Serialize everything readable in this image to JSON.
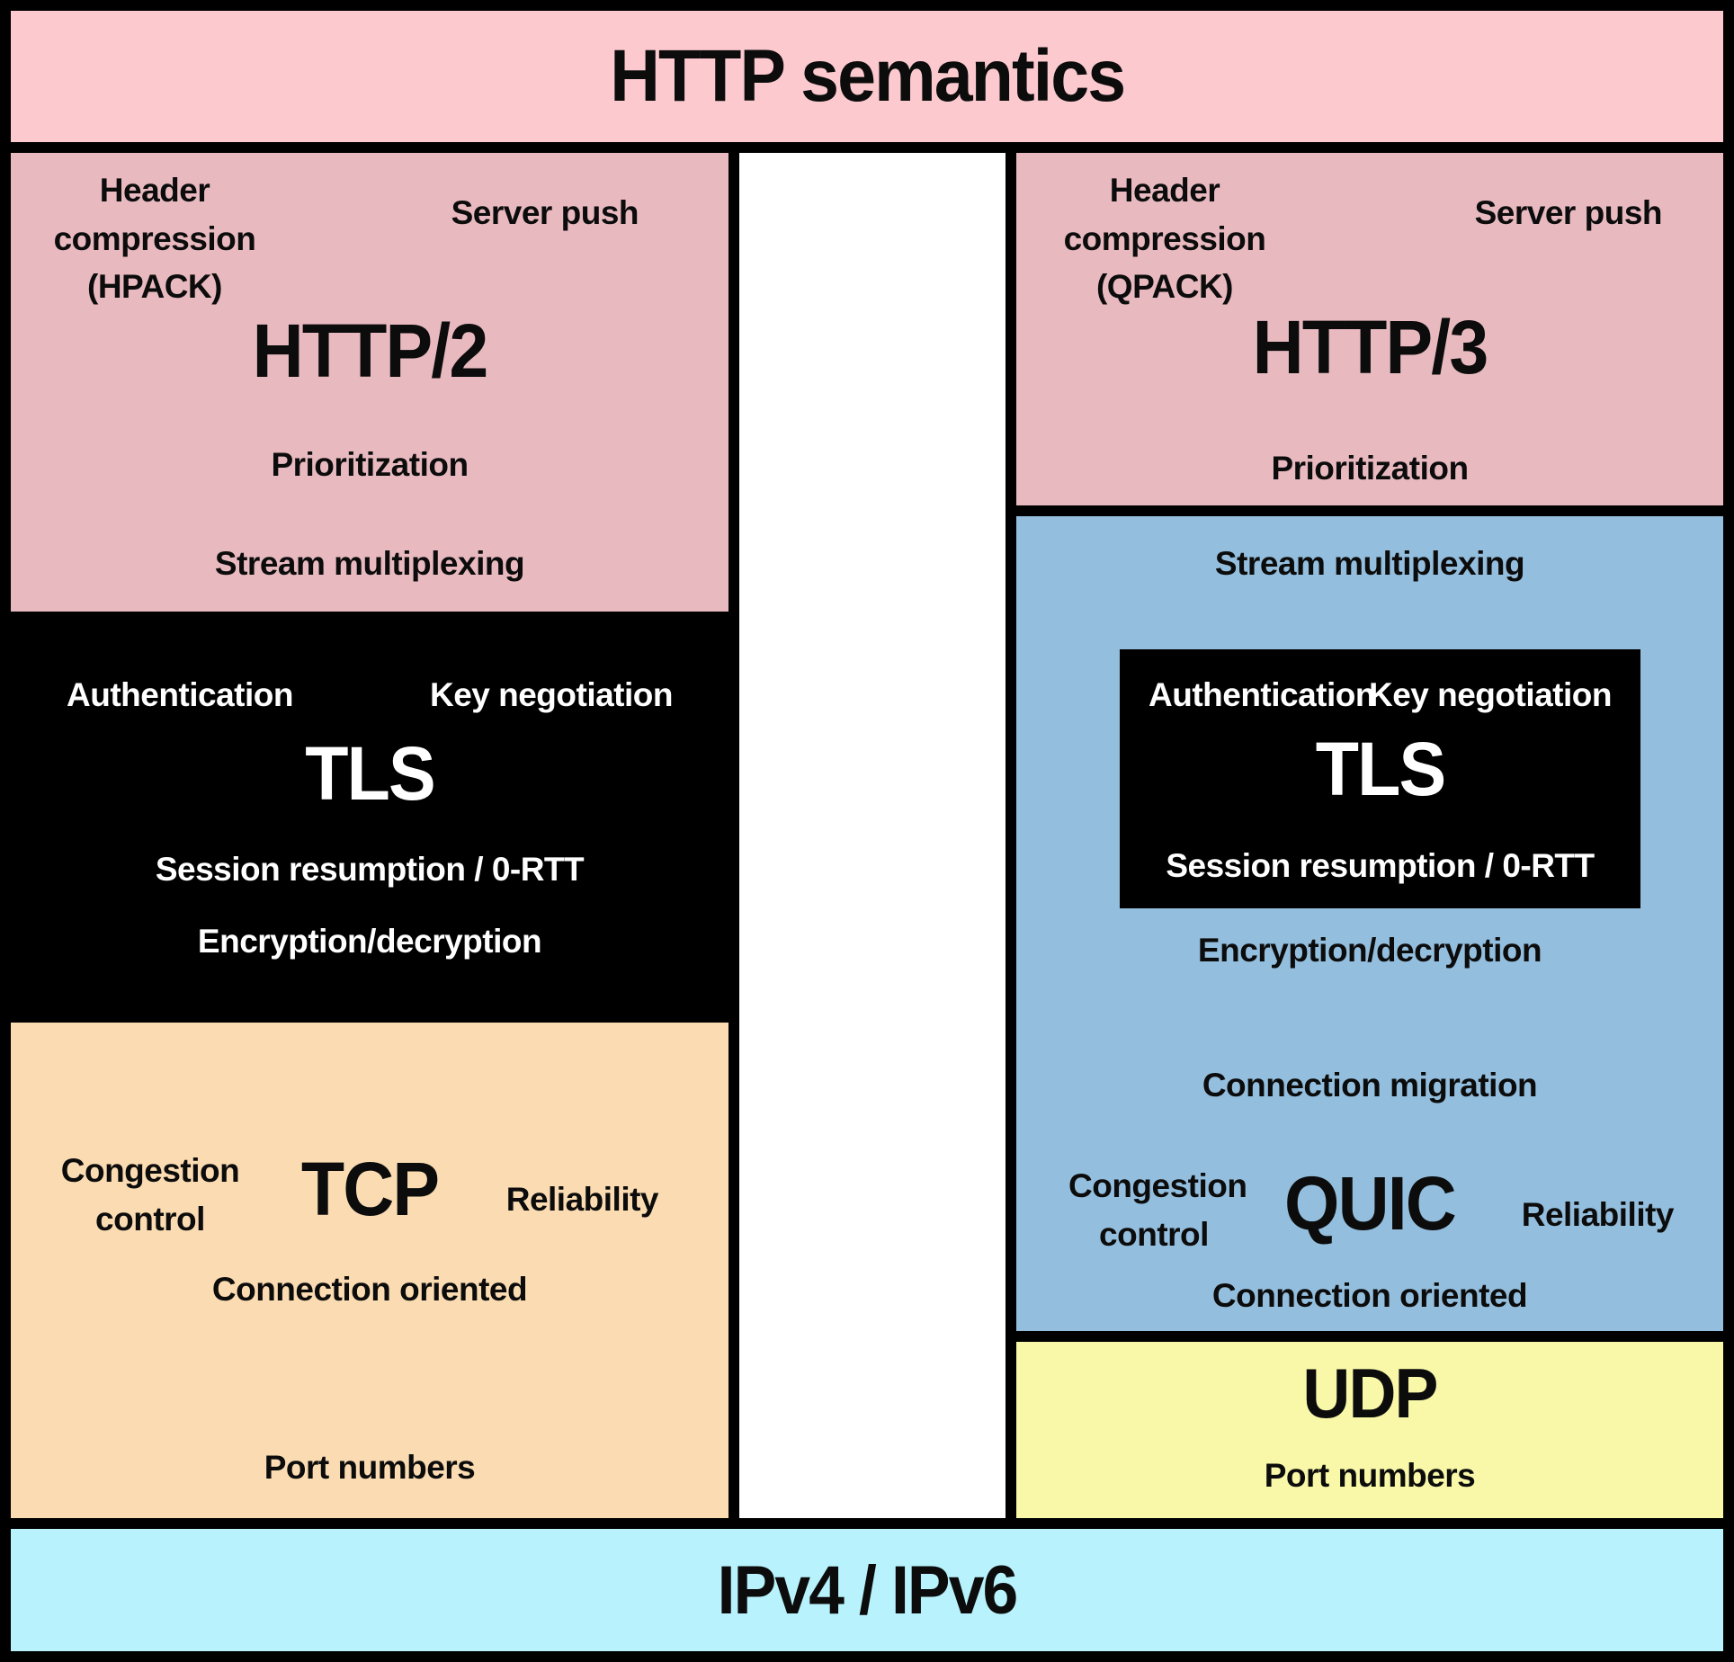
{
  "colors": {
    "border": "#000000",
    "banner_pink": "#fcc9cf",
    "rose": "#e8bac0",
    "box_black": "#000000",
    "peach": "#fbdcb2",
    "blue": "#93bedd",
    "yellow": "#f8f8a8",
    "cyan": "#b8f3fd",
    "gap_white": "#ffffff",
    "text_dark": "#0c0c0c",
    "text_light": "#ffffff"
  },
  "top_banner": {
    "title": "HTTP semantics"
  },
  "left_stack": {
    "http2": {
      "header_compression_line1": "Header compression",
      "header_compression_line2": "(HPACK)",
      "server_push": "Server push",
      "title": "HTTP/2",
      "prioritization": "Prioritization",
      "stream_multiplexing": "Stream multiplexing"
    },
    "tls": {
      "authentication": "Authentication",
      "key_negotiation": "Key negotiation",
      "title": "TLS",
      "session_resumption": "Session resumption / 0-RTT",
      "encryption_decryption": "Encryption/decryption"
    },
    "tcp": {
      "congestion_line1": "Congestion",
      "congestion_line2": "control",
      "title": "TCP",
      "reliability": "Reliability",
      "connection_oriented": "Connection oriented",
      "port_numbers": "Port numbers"
    }
  },
  "right_stack": {
    "http3": {
      "header_compression_line1": "Header compression",
      "header_compression_line2": "(QPACK)",
      "server_push": "Server push",
      "title": "HTTP/3",
      "prioritization": "Prioritization"
    },
    "quic": {
      "stream_multiplexing": "Stream multiplexing",
      "tls": {
        "authentication": "Authentication",
        "key_negotiation": "Key negotiation",
        "title": "TLS",
        "session_resumption": "Session resumption / 0-RTT"
      },
      "encryption_decryption": "Encryption/decryption",
      "connection_migration": "Connection migration",
      "congestion_line1": "Congestion",
      "congestion_line2": "control",
      "title": "QUIC",
      "reliability": "Reliability",
      "connection_oriented": "Connection oriented"
    },
    "udp": {
      "title": "UDP",
      "port_numbers": "Port numbers"
    }
  },
  "bottom_banner": {
    "title": "IPv4  / IPv6"
  }
}
